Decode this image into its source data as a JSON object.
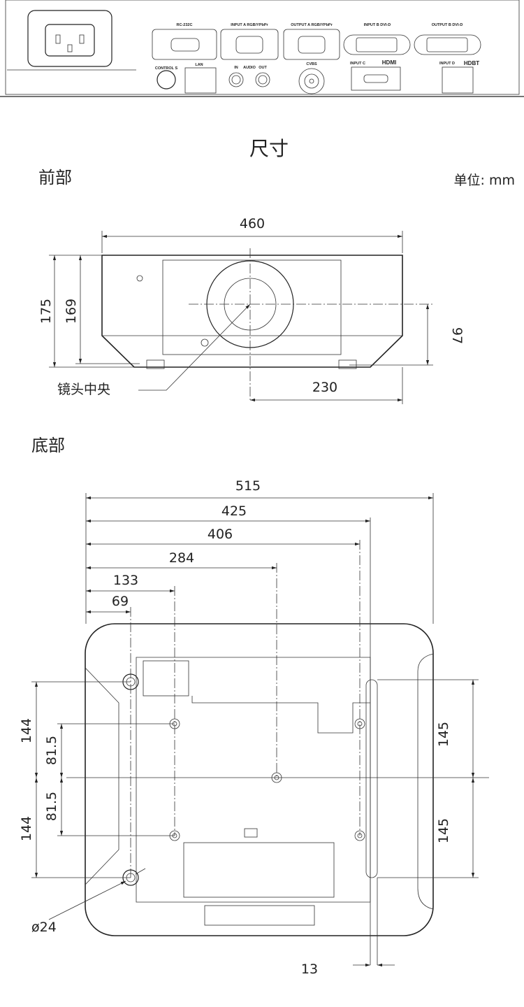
{
  "back_panel": {
    "ports": {
      "rc232c": "RC-232C",
      "input_a": "INPUT A RGB/YPbPr",
      "output_a": "OUTPUT A RGB/YPbPr",
      "input_b": "INPUT B DVI-D",
      "output_b": "OUTPUT B DVI-D",
      "control_s": "CONTROL S",
      "lan": "LAN",
      "audio_in": "IN",
      "audio": "AUDIO",
      "audio_out": "OUT",
      "cvbs": "CVBS",
      "input_c": "INPUT C",
      "hdmi_logo": "HDMI",
      "input_d": "INPUT D",
      "hdbt_logo": "HDBT"
    }
  },
  "title": "尺寸",
  "unit": "单位: mm",
  "front": {
    "heading": "前部",
    "width": "460",
    "height_total": "175",
    "height_body": "169",
    "lens_height": "97",
    "lens_offset": "230",
    "lens_center_label": "镜头中央"
  },
  "bottom": {
    "heading": "底部",
    "dims_h": [
      "515",
      "425",
      "406",
      "284",
      "133",
      "69"
    ],
    "left_outer": [
      "144",
      "144"
    ],
    "left_inner": [
      "81.5",
      "81.5"
    ],
    "right": [
      "145",
      "145"
    ],
    "foot_diameter": "ø24",
    "edge_offset": "13"
  }
}
